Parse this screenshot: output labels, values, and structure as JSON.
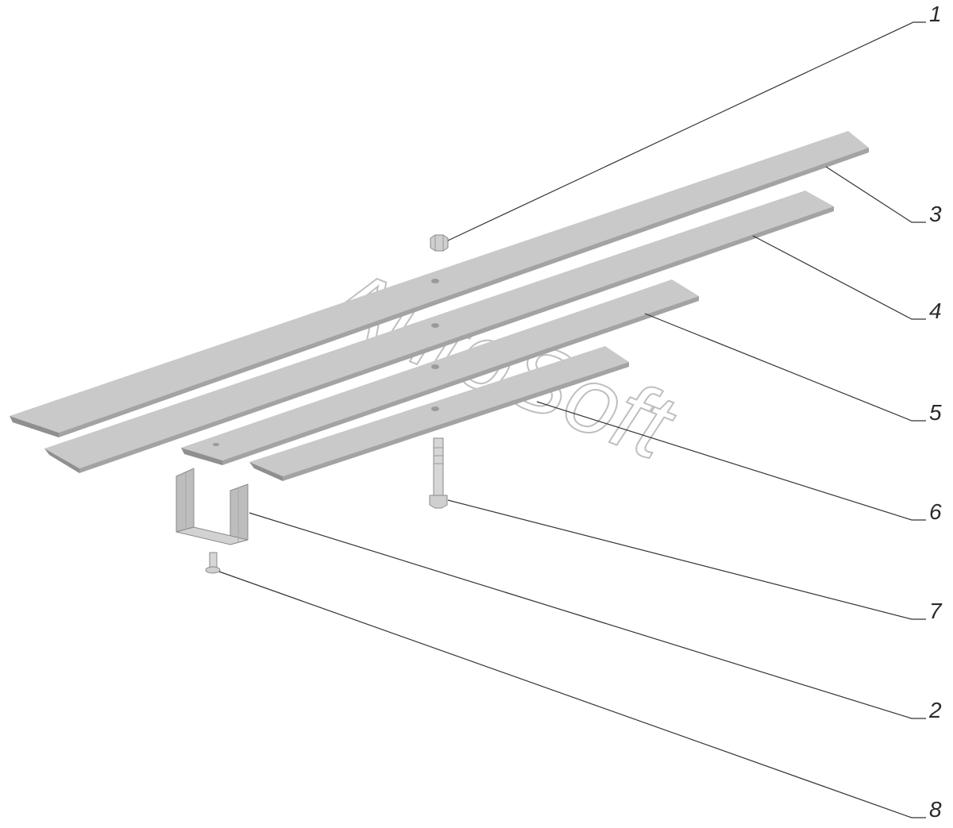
{
  "diagram": {
    "watermark": "AutoSoft",
    "callouts": [
      "1",
      "2",
      "3",
      "4",
      "5",
      "6",
      "7",
      "8"
    ]
  },
  "colors": {
    "leaf_top": "#c8c8c8",
    "leaf_edge": "#9a9a9a",
    "line": "#333333"
  }
}
